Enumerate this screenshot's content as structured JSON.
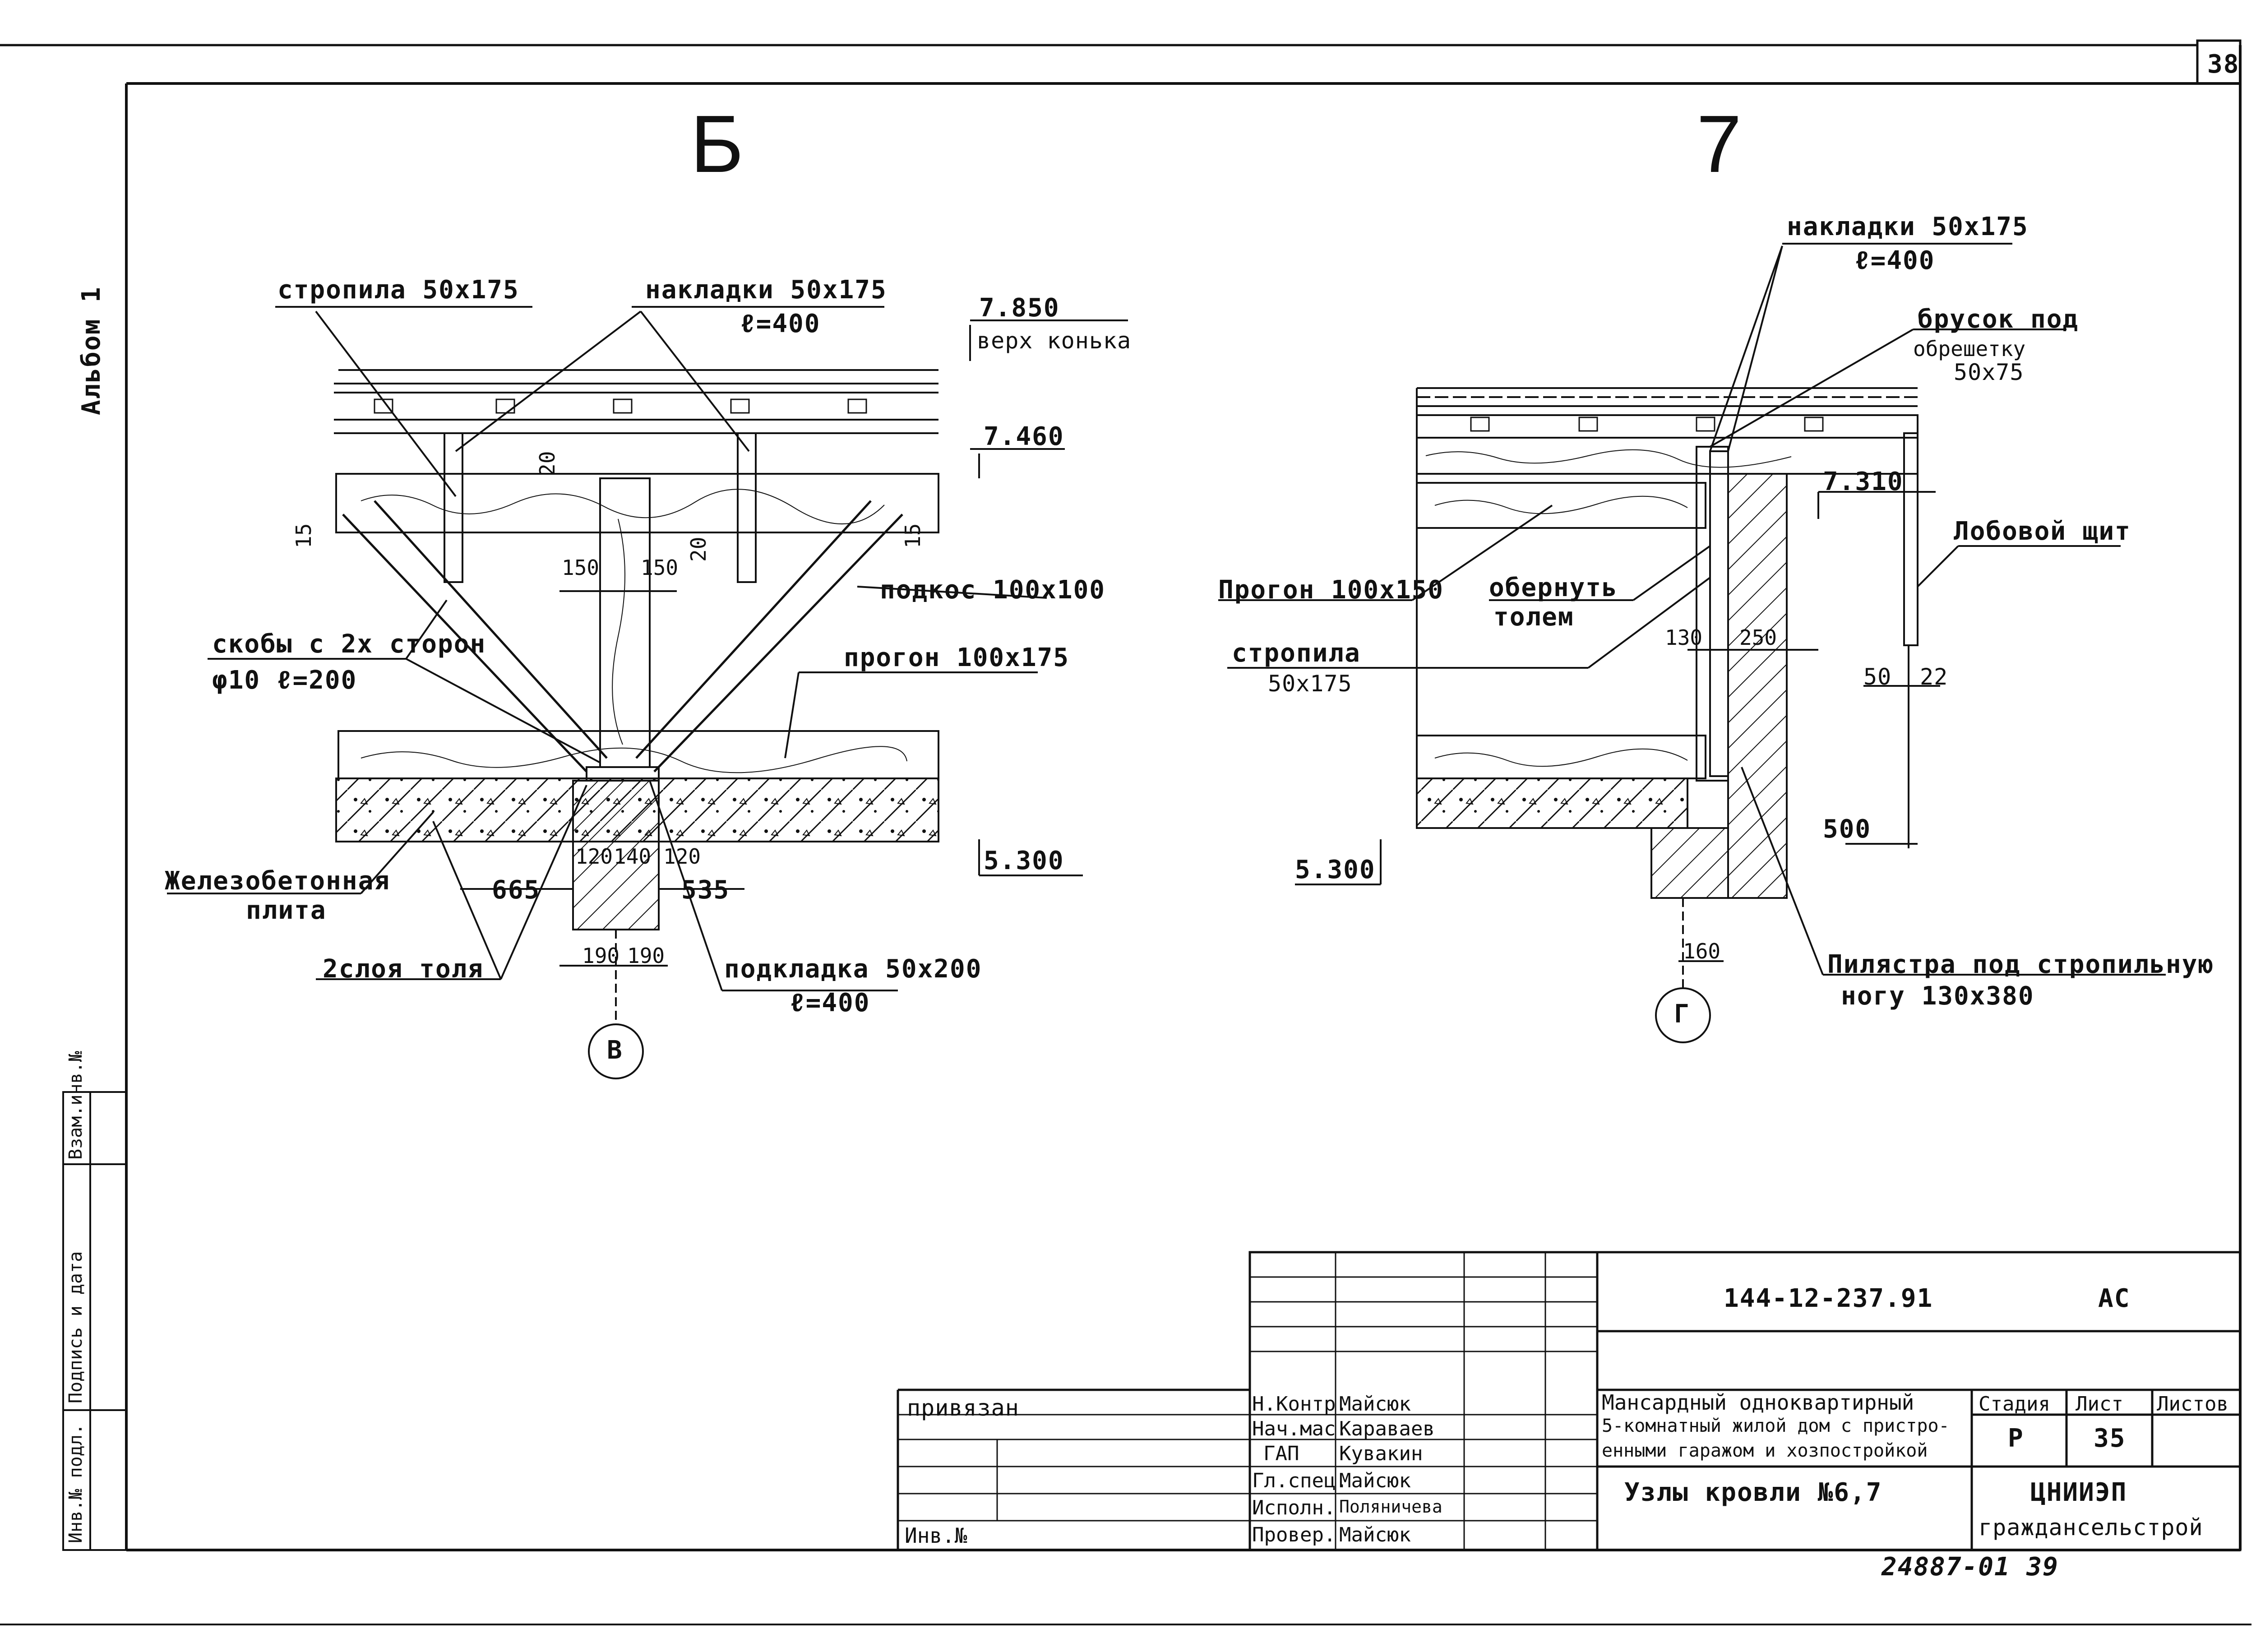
{
  "sheet_number": "38",
  "side_stamp": {
    "album": "Альбом 1",
    "inv_podl": "Инв.№ подл.",
    "podpis_data": "Подпись и дата",
    "vzam_inv": "Взам.инв.№"
  },
  "node_b": {
    "title": "Б",
    "labels": {
      "stropila": "стропила 50х175",
      "nakladki": "накладки 50х175",
      "nakladki_l": "ℓ=400",
      "elev_top": "7.850",
      "elev_top_note": "верх конька",
      "elev_mid": "7.460",
      "skoby": "скобы с 2х сторон",
      "skoby_dim": "φ10 ℓ=200",
      "podkos": "подкос 100х100",
      "progon": "прогон 100х175",
      "plita_1": "Железобетонная",
      "plita_2": "плита",
      "elev_base": "5.300",
      "tol": "2слоя толя",
      "podkladka": "подкладка 50х200",
      "podkladka_l": "ℓ=400",
      "axis": "В"
    },
    "dims": [
      "20",
      "15",
      "150",
      "150",
      "20",
      "15",
      "665",
      "120",
      "140",
      "120",
      "535",
      "190",
      "190"
    ]
  },
  "node_7": {
    "title": "7",
    "labels": {
      "nakladki": "накладки 50х175",
      "nakladki_l": "ℓ=400",
      "brusok_1": "брусок под",
      "brusok_2": "обрешетку",
      "brusok_3": "50х75",
      "elev": "7.310",
      "lobovoy": "Лобовой щит",
      "progon": "Прогон 100х150",
      "obernut_1": "обернуть",
      "obernut_2": "толем",
      "stropila_1": "стропила",
      "stropila_2": "50х175",
      "elev_base": "5.300",
      "pilyastra_1": "Пилястра под стропильную",
      "pilyastra_2": "ногу 130х380",
      "axis": "Г"
    },
    "dims": [
      "130",
      "250",
      "50",
      "22",
      "500",
      "160"
    ]
  },
  "title_block": {
    "doc_code": "144-12-237.91",
    "doc_mark": "АС",
    "privyazan": "привязан",
    "inv_no": "Инв.№",
    "roles": [
      "Н.Контр.",
      "Нач.мас.",
      "ГАП",
      "Гл.спец.",
      "Исполн.",
      "Провер."
    ],
    "names": [
      "Майсюк",
      "Караваев",
      "Кувакин",
      "Майсюк",
      "Поляничева",
      "Майсюк"
    ],
    "project_title": [
      "Мансардный одноквартирный",
      "5-комнатный жилой дом с пристро-",
      "енными гаражом и хозпостройкой"
    ],
    "sheet_title": "Узлы кровли №6,7",
    "stage_hdr": "Стадия",
    "list_hdr": "Лист",
    "listov_hdr": "Листов",
    "stage": "Р",
    "list": "35",
    "org_1": "ЦНИИЭП",
    "org_2": "граждансельстрой"
  },
  "footer_code": "24887-01 39"
}
